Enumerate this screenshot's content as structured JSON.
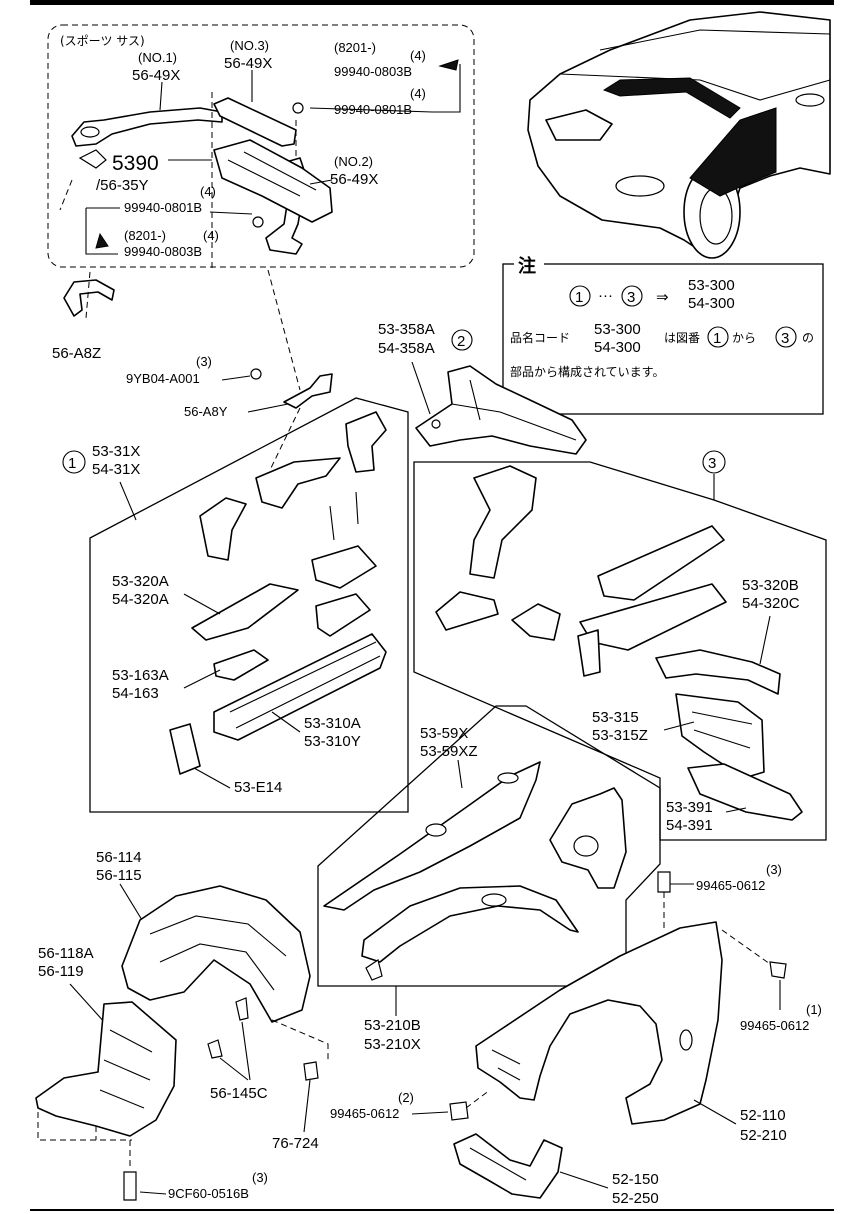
{
  "sport_group": {
    "title": "(スポーツ サス)",
    "no1": "(NO.1)",
    "no1_code": "56-49X",
    "no3": "(NO.3)",
    "no3_code": "56-49X",
    "ref_8201_top": "(8201-)",
    "qty_top1": "(4)",
    "bolt_0803b_top": "99940-0803B",
    "qty_top2": "(4)",
    "bolt_0801b_top": "99940-0801B",
    "code_5390": "5390",
    "code_56_35y": "/56-35Y",
    "no2": "(NO.2)",
    "no2_code": "56-49X",
    "qty_left1": "(4)",
    "bolt_0801b_left": "99940-0801B",
    "ref_8201_left": "(8201-)",
    "qty_left2": "(4)",
    "bolt_0803b_left": "99940-0803B"
  },
  "bracket_a8z": "56-A8Z",
  "nut_qty": "(3)",
  "nut_9yb04": "9YB04-A001",
  "bracket_a8y": "56-A8Y",
  "note": {
    "title": "注",
    "range_from": "1",
    "range_dots": "···",
    "range_to": "3",
    "arrow": "⇒",
    "code1": "53-300",
    "code2": "54-300",
    "line2_prefix": "品名コード",
    "line2_code1": "53-300",
    "line2_code2": "54-300",
    "line2_mid": "は図番",
    "line2_from": "1",
    "line2_kara": "から",
    "line2_to": "3",
    "line2_no": "の",
    "line3": "部品から構成されています。"
  },
  "group1": {
    "num": "1",
    "code1": "53-31X",
    "code2": "54-31X",
    "p320a_1": "53-320A",
    "p320a_2": "54-320A",
    "p163_1": "53-163A",
    "p163_2": "54-163",
    "p310_1": "53-310A",
    "p310_2": "53-310Y",
    "pe14": "53-E14"
  },
  "group2": {
    "num": "2",
    "code1": "53-358A",
    "code2": "54-358A"
  },
  "group3": {
    "num": "3",
    "p320b": "53-320B",
    "p320c": "54-320C",
    "p315_1": "53-315",
    "p315_2": "53-315Z",
    "p391_1": "53-391",
    "p391_2": "54-391"
  },
  "apron": {
    "code1": "53-59X",
    "code2": "53-59XZ",
    "code3": "53-210B",
    "code4": "53-210X"
  },
  "liner": {
    "code1": "56-114",
    "code2": "56-115",
    "code3": "56-118A",
    "code4": "56-119",
    "clip": "56-145C",
    "clip2": "76-724",
    "bolt_qty": "(3)",
    "bolt": "9CF60-0516B"
  },
  "fender": {
    "bolt_top_qty": "(3)",
    "bolt_top": "99465-0612",
    "bolt_right_qty": "(1)",
    "bolt_right": "99465-0612",
    "bolt_left_qty": "(2)",
    "bolt_left": "99465-0612",
    "code1": "52-110",
    "code2": "52-210",
    "code3": "52-150",
    "code4": "52-250"
  }
}
